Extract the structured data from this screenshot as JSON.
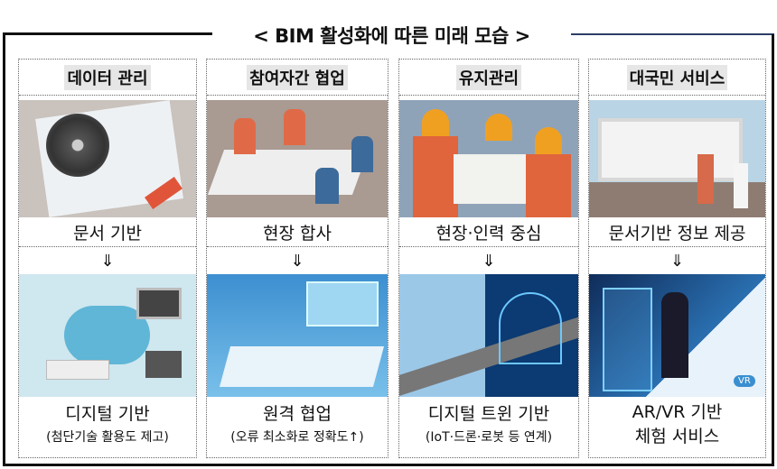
{
  "title": "< BIM 활성화에 따른 미래 모습 >",
  "arrow": "⇓",
  "columns": [
    {
      "header": "데이터 관리",
      "before": "문서 기반",
      "after": "디지털 기반",
      "after_sub": "(첨단기술 활용도 제고)"
    },
    {
      "header": "참여자간 협업",
      "before": "현장 합사",
      "after": "원격 협업",
      "after_sub": "(오류 최소화로 정확도↑)"
    },
    {
      "header": "유지관리",
      "before": "현장·인력 중심",
      "after": "디지털 트윈 기반",
      "after_sub": "(IoT·드론·로봇 등 연계)"
    },
    {
      "header": "대국민 서비스",
      "before": "문서기반 정보 제공",
      "after": "AR/VR 기반",
      "after_sub": "체험 서비스"
    }
  ],
  "vr_badge": "VR"
}
